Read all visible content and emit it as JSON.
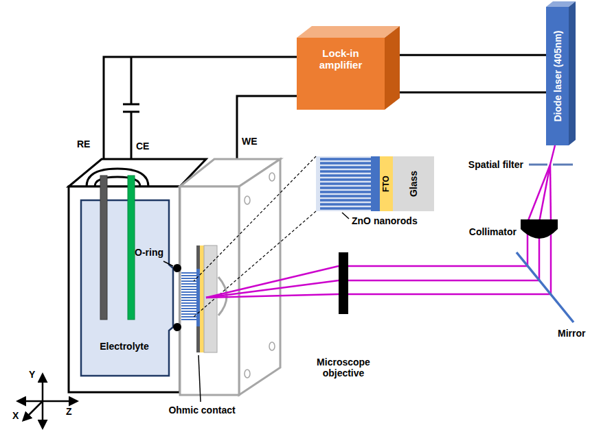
{
  "diagram": {
    "nodes": [
      {
        "text": [
          "Lock-in amplifier"
        ]
      },
      {
        "text": [
          "Diode laser (405nm)"
        ]
      },
      {
        "text": [
          "FTO"
        ]
      },
      {
        "text": [
          "Glass"
        ]
      }
    ],
    "edges": [
      {
        "from": 0,
        "to": 1,
        "arrow": "none"
      },
      {
        "from": 0,
        "to": 1,
        "arrow": "none"
      }
    ],
    "labels": [
      "RE",
      "CE",
      "WE",
      "O-ring",
      "Electrolyte",
      "Ohmic contact",
      "ZnO nanorods",
      "Spatial filter",
      "Collimator",
      "Mirror",
      "Microscope objective",
      "Y",
      "X",
      "Z"
    ]
  }
}
